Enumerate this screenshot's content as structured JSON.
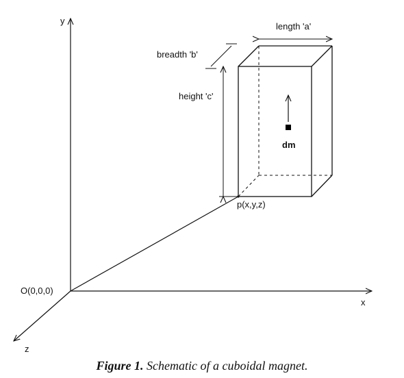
{
  "diagram": {
    "axes": {
      "x": "x",
      "y": "y",
      "z": "z",
      "origin": "O(0,0,0)"
    },
    "labels": {
      "length": "length 'a'",
      "breadth": "breadth 'b'",
      "height": "height 'c'",
      "corner": "p(x,y,z)",
      "element": "dm"
    }
  },
  "caption": {
    "number": "Figure 1.",
    "text": "Schematic of a cuboidal magnet."
  }
}
